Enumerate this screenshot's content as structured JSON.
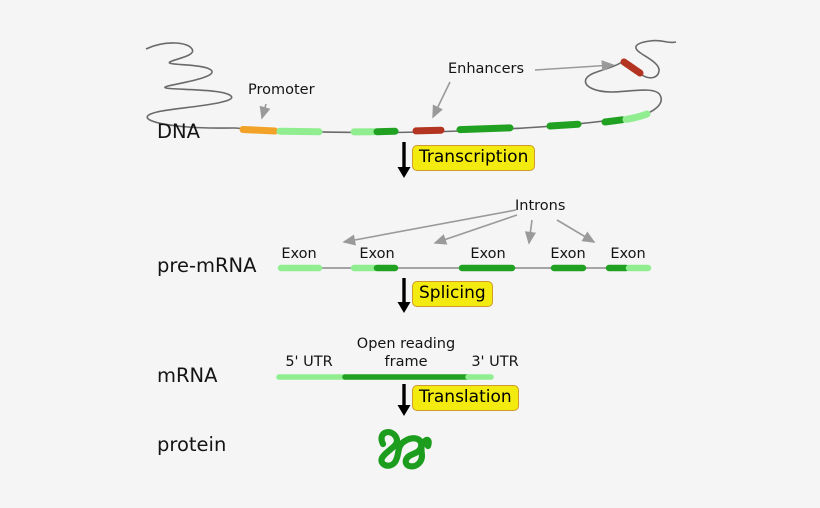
{
  "labels": {
    "dna": "DNA",
    "pre_mrna": "pre-mRNA",
    "mrna": "mRNA",
    "protein": "protein",
    "promoter": "Promoter",
    "enhancers": "Enhancers",
    "introns": "Introns",
    "utr5": "5' UTR",
    "orf_line1": "Open reading",
    "orf_line2": "frame",
    "utr3": "3' UTR"
  },
  "steps": {
    "transcription": "Transcription",
    "splicing": "Splicing",
    "translation": "Translation"
  },
  "exons": [
    "Exon",
    "Exon",
    "Exon",
    "Exon",
    "Exon"
  ],
  "colors": {
    "background": "#f5f5f5",
    "exon_light_green": "#90ee90",
    "exon_dark_green": "#21a121",
    "promoter_orange": "#f2a227",
    "enhancer_red": "#b23421",
    "step_box_fill": "#f3eb10",
    "step_box_border": "#cf9b2a",
    "strand_gray": "#6a6a6a",
    "thin_line_gray": "#8a8a8a",
    "pointer_gray": "#9a9a9a",
    "step_arrow_black": "#000000",
    "protein_green": "#1d9d1d"
  }
}
